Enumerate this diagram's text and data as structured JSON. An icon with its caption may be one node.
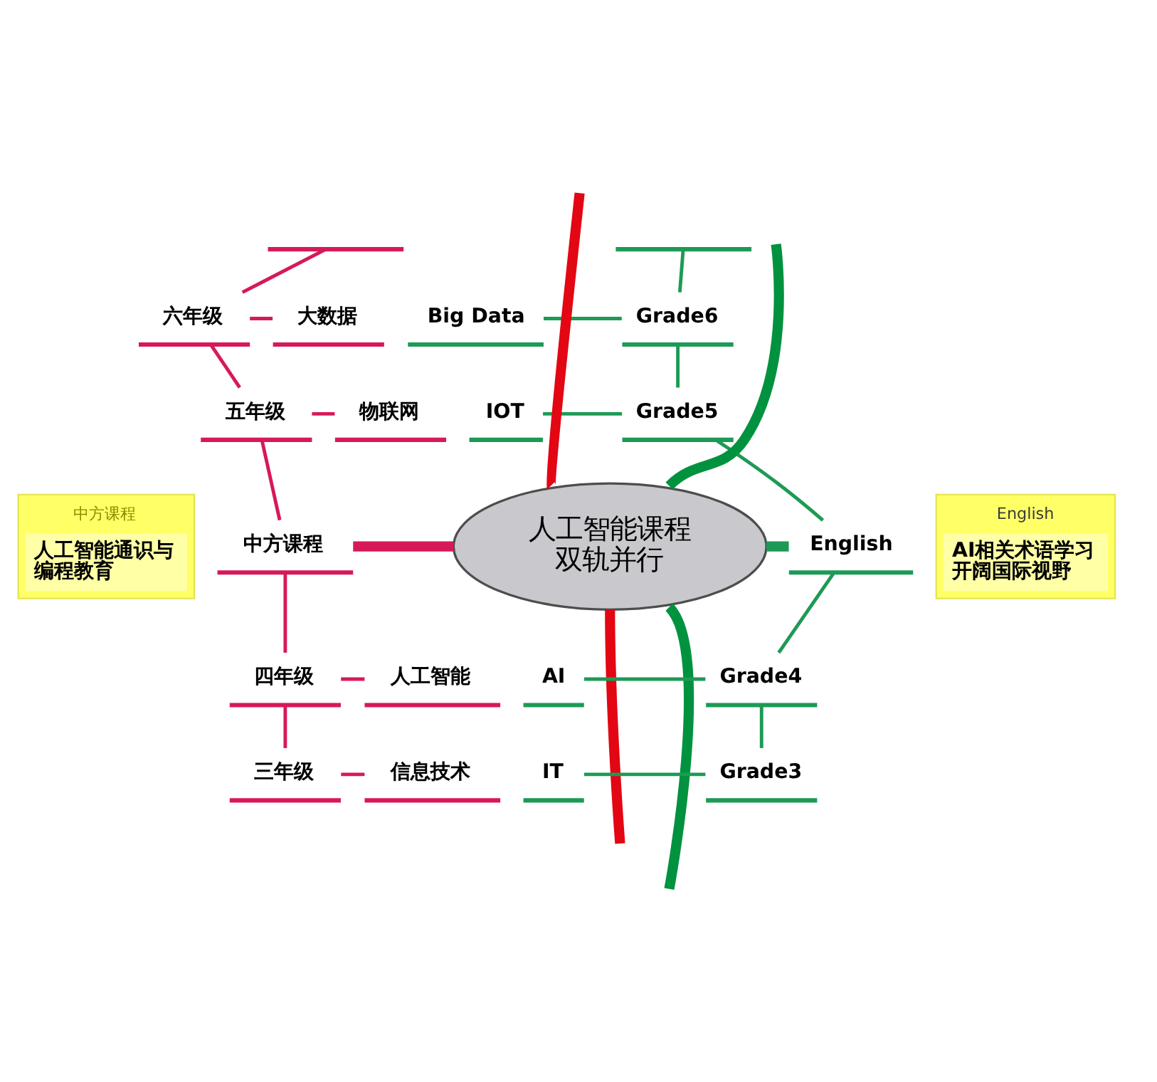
{
  "diagram": {
    "nodes": [
      {
        "text": [],
        "shape": "bar"
      },
      {
        "text": [],
        "shape": "bar"
      },
      {
        "text": [
          "六年级"
        ]
      },
      {
        "text": [
          "大数据"
        ]
      },
      {
        "text": [
          "Big Data"
        ]
      },
      {
        "text": [
          "Grade6"
        ]
      },
      {
        "text": [
          "五年级"
        ]
      },
      {
        "text": [
          "物联网"
        ]
      },
      {
        "text": [
          "IOT"
        ]
      },
      {
        "text": [
          "Grade5"
        ]
      },
      {
        "text": [
          "中方课程",
          "人工智能通识与编程教育"
        ]
      },
      {
        "text": [
          "中方课程"
        ]
      },
      {
        "text": [
          "人工智能课程双轨并行"
        ]
      },
      {
        "text": [
          "English"
        ]
      },
      {
        "text": [
          "English",
          "AI相关术语学习开阔国际视野"
        ]
      },
      {
        "text": [
          "四年级"
        ]
      },
      {
        "text": [
          "人工智能"
        ]
      },
      {
        "text": [
          "AI"
        ]
      },
      {
        "text": [
          "Grade4"
        ]
      },
      {
        "text": [
          "三年级"
        ]
      },
      {
        "text": [
          "信息技术"
        ]
      },
      {
        "text": [
          "IT"
        ]
      },
      {
        "text": [
          "Grade3"
        ]
      }
    ],
    "edges": [
      {
        "from": 11,
        "to": 12,
        "arrow": "none",
        "style": "thick",
        "color": "#d6195a"
      },
      {
        "from": 12,
        "to": 13,
        "arrow": "none",
        "style": "thick",
        "color": "#1d9a55"
      },
      {
        "from": 0,
        "to": 2,
        "arrow": "none",
        "color": "#d6195a"
      },
      {
        "from": 2,
        "to": 3,
        "arrow": "none",
        "color": "#d6195a"
      },
      {
        "from": 2,
        "to": 6,
        "arrow": "none",
        "color": "#d6195a"
      },
      {
        "from": 6,
        "to": 7,
        "arrow": "none",
        "color": "#d6195a"
      },
      {
        "from": 6,
        "to": 11,
        "arrow": "none",
        "color": "#d6195a"
      },
      {
        "from": 11,
        "to": 15,
        "arrow": "none",
        "color": "#d6195a"
      },
      {
        "from": 15,
        "to": 16,
        "arrow": "none",
        "color": "#d6195a"
      },
      {
        "from": 15,
        "to": 19,
        "arrow": "none",
        "color": "#d6195a"
      },
      {
        "from": 19,
        "to": 20,
        "arrow": "none",
        "color": "#d6195a"
      },
      {
        "from": 1,
        "to": 5,
        "arrow": "none",
        "color": "#1d9a55"
      },
      {
        "from": 4,
        "to": 5,
        "arrow": "none",
        "color": "#1d9a55"
      },
      {
        "from": 5,
        "to": 9,
        "arrow": "none",
        "color": "#1d9a55"
      },
      {
        "from": 8,
        "to": 9,
        "arrow": "none",
        "color": "#1d9a55"
      },
      {
        "from": 9,
        "to": 13,
        "arrow": "none",
        "color": "#1d9a55"
      },
      {
        "from": 13,
        "to": 18,
        "arrow": "none",
        "color": "#1d9a55"
      },
      {
        "from": 17,
        "to": 18,
        "arrow": "none",
        "color": "#1d9a55"
      },
      {
        "from": 18,
        "to": 22,
        "arrow": "none",
        "color": "#1d9a55"
      },
      {
        "from": 21,
        "to": 22,
        "arrow": "none",
        "color": "#1d9a55"
      },
      {
        "from": null,
        "to": 12,
        "arrow": "none",
        "style": "thick",
        "color": "#e30613"
      },
      {
        "from": null,
        "to": 12,
        "arrow": "none",
        "style": "thick",
        "color": "#00923f"
      },
      {
        "from": 12,
        "to": null,
        "arrow": "none",
        "style": "thick",
        "color": "#00923f"
      },
      {
        "from": 12,
        "to": null,
        "arrow": "none",
        "style": "thick",
        "color": "#e30613"
      }
    ]
  }
}
